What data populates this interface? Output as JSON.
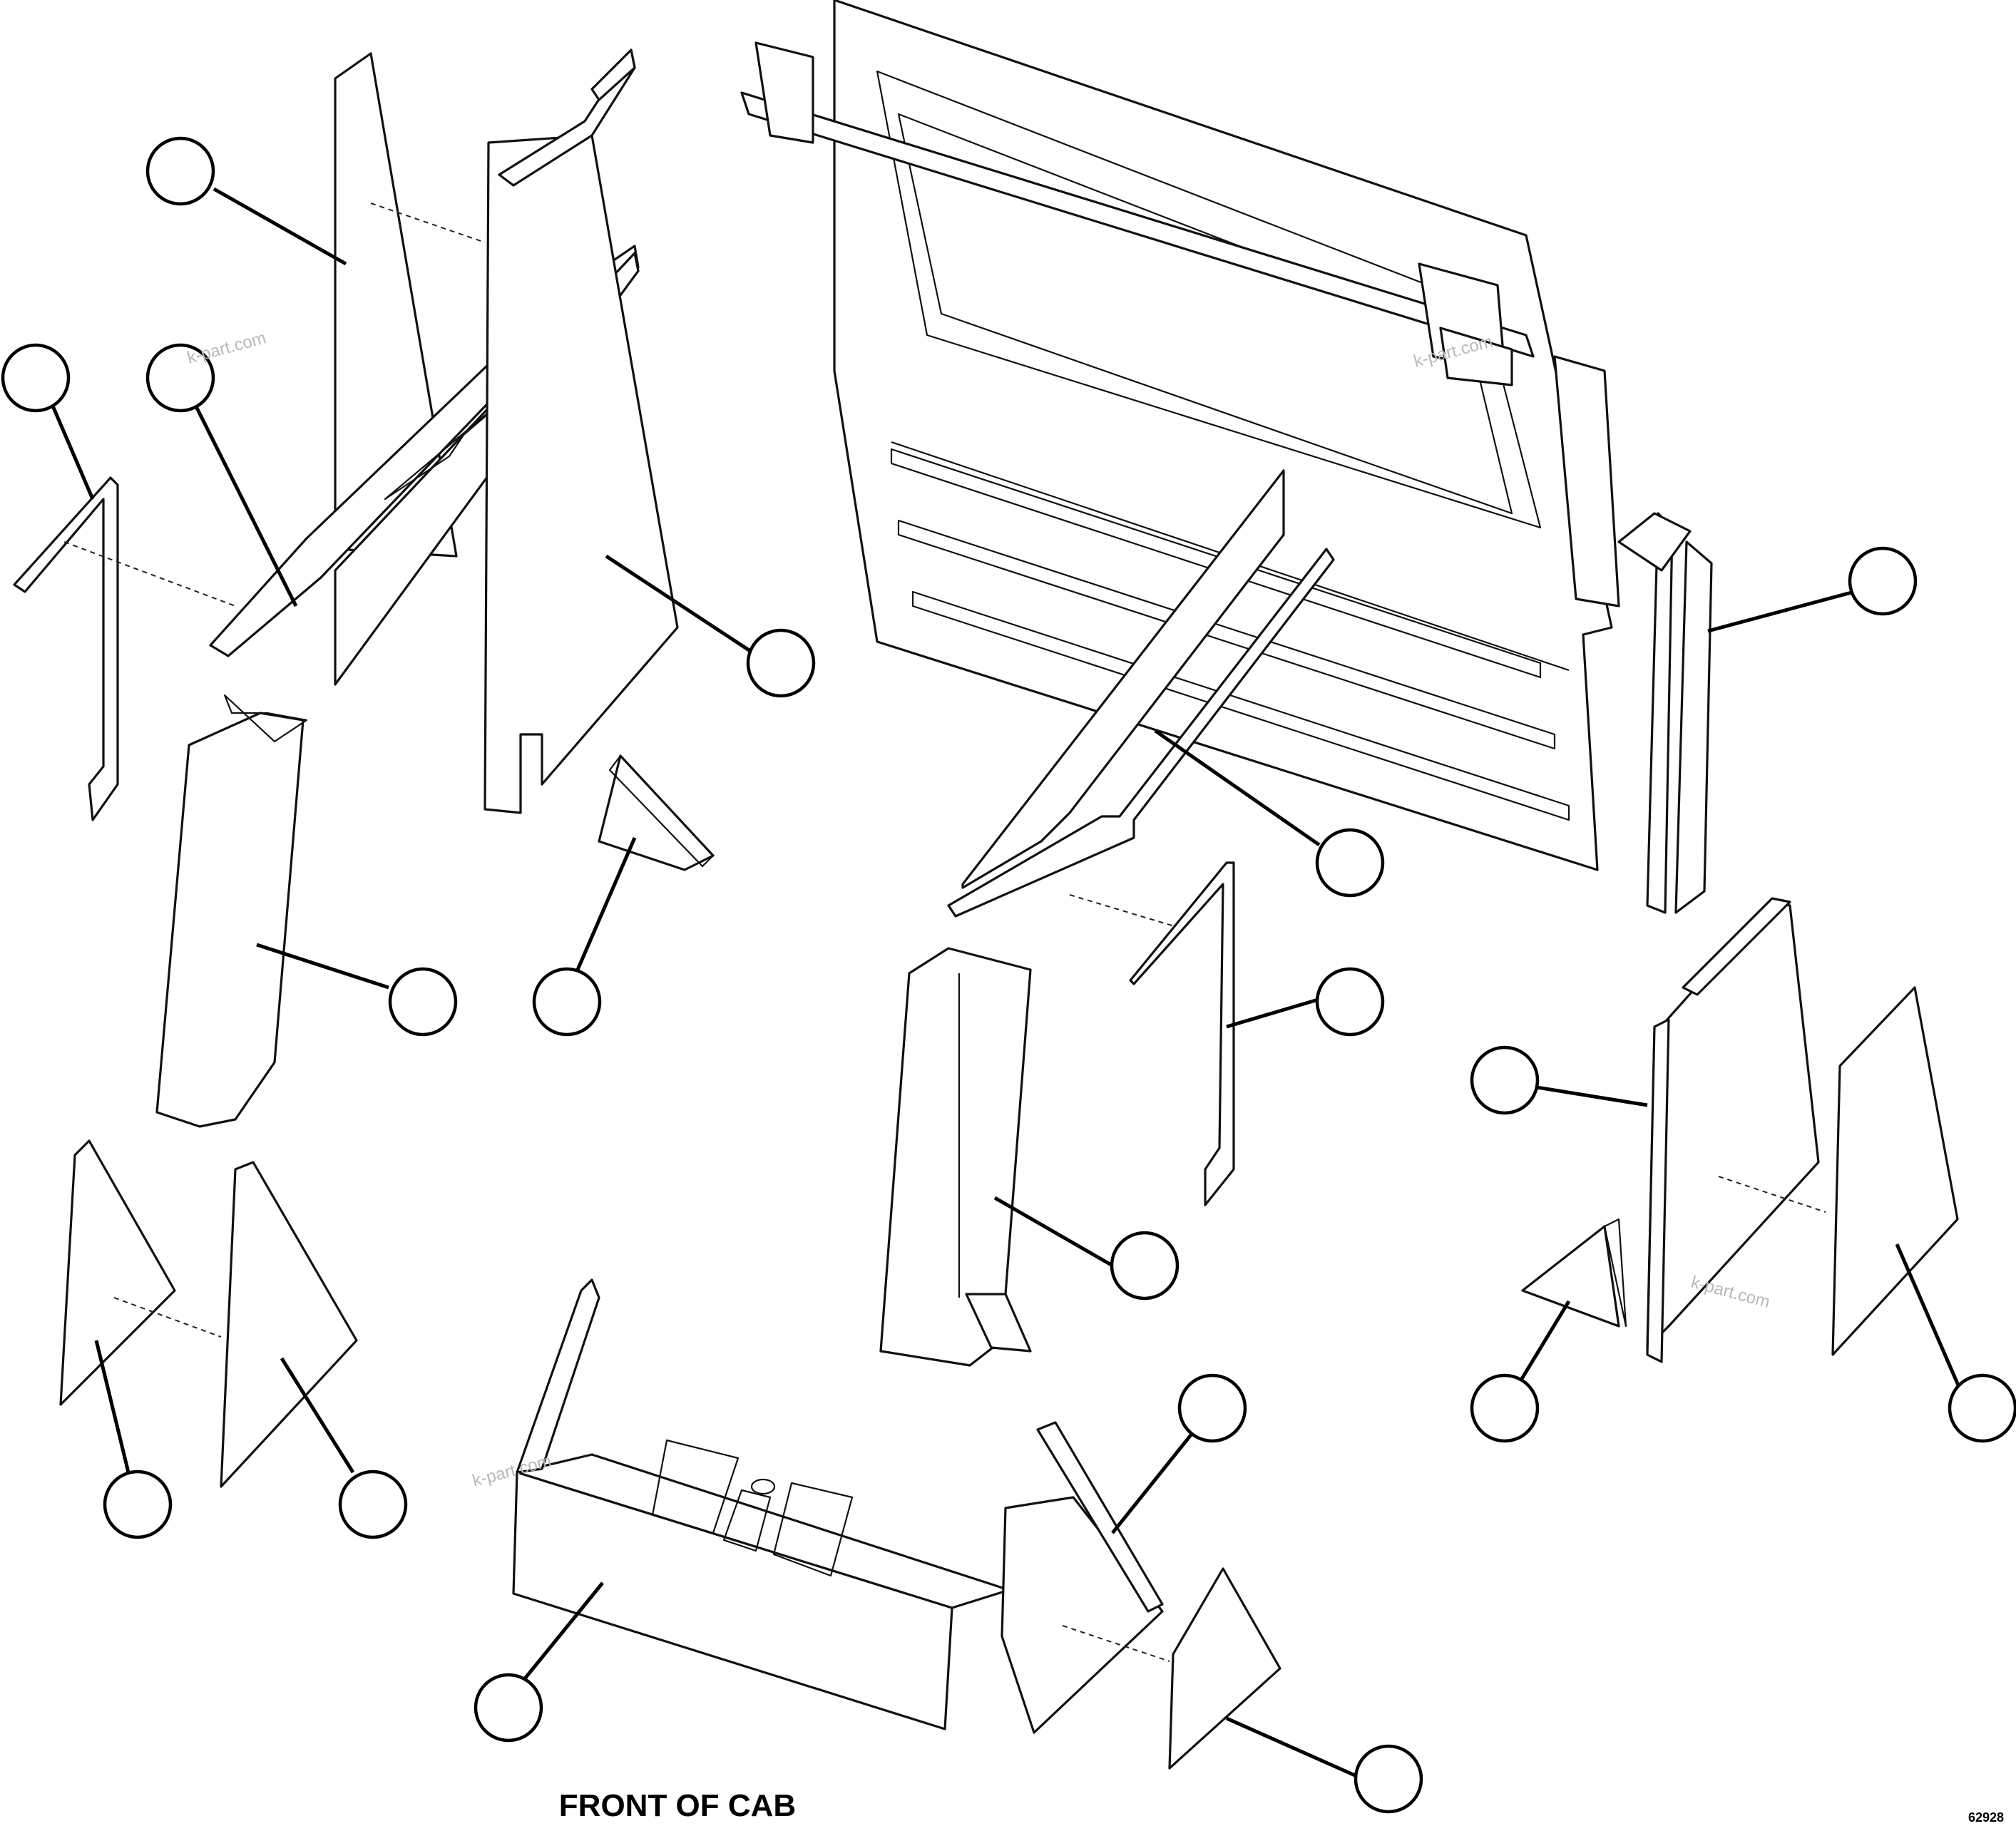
{
  "diagram": {
    "caption": "FRONT OF CAB",
    "drawing_number": "62928",
    "watermark": "k-part.com",
    "callouts": [
      {
        "id": "c1",
        "text": ""
      },
      {
        "id": "c2",
        "text": ""
      },
      {
        "id": "c3",
        "text": ""
      },
      {
        "id": "c4",
        "text": ""
      },
      {
        "id": "c5",
        "text": ""
      },
      {
        "id": "c6",
        "text": ""
      },
      {
        "id": "c7",
        "text": ""
      },
      {
        "id": "c8",
        "text": ""
      },
      {
        "id": "c9",
        "text": ""
      },
      {
        "id": "c10",
        "text": ""
      },
      {
        "id": "c11",
        "text": ""
      },
      {
        "id": "c12",
        "text": ""
      },
      {
        "id": "c13",
        "text": ""
      },
      {
        "id": "c14",
        "text": ""
      },
      {
        "id": "c15",
        "text": ""
      },
      {
        "id": "c16",
        "text": ""
      },
      {
        "id": "c17",
        "text": ""
      },
      {
        "id": "c18",
        "text": ""
      },
      {
        "id": "c19",
        "text": ""
      },
      {
        "id": "c20",
        "text": ""
      }
    ]
  }
}
